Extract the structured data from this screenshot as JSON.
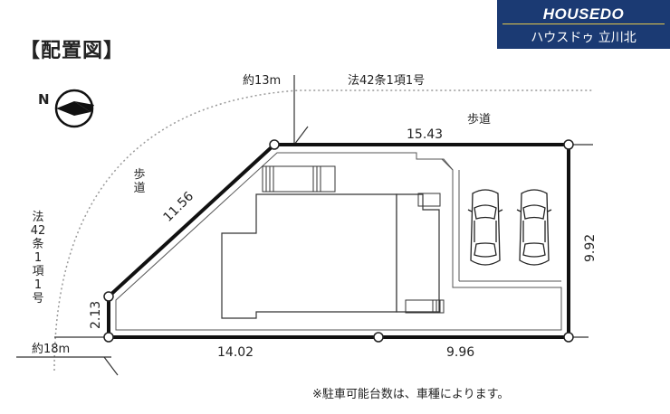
{
  "title": "【配置図】",
  "brand": {
    "name": "HOUSEDO",
    "branch": "ハウスドゥ 立川北"
  },
  "north_label": "N",
  "road_labels": {
    "top_distance": "約13m",
    "top_law": "法42条1項1号",
    "sidewalk_top": "歩道",
    "sidewalk_left": "歩\n道",
    "left_law": "法\n42\n条\n1\n項\n1\n号",
    "bottom_distance": "約18m"
  },
  "dimensions": {
    "top": "15.43",
    "diagonal": "11.56",
    "right": "9.92",
    "left": "2.13",
    "bottom_left": "14.02",
    "bottom_right": "9.96"
  },
  "note": "※駐車可能台数は、車種によります。"
}
